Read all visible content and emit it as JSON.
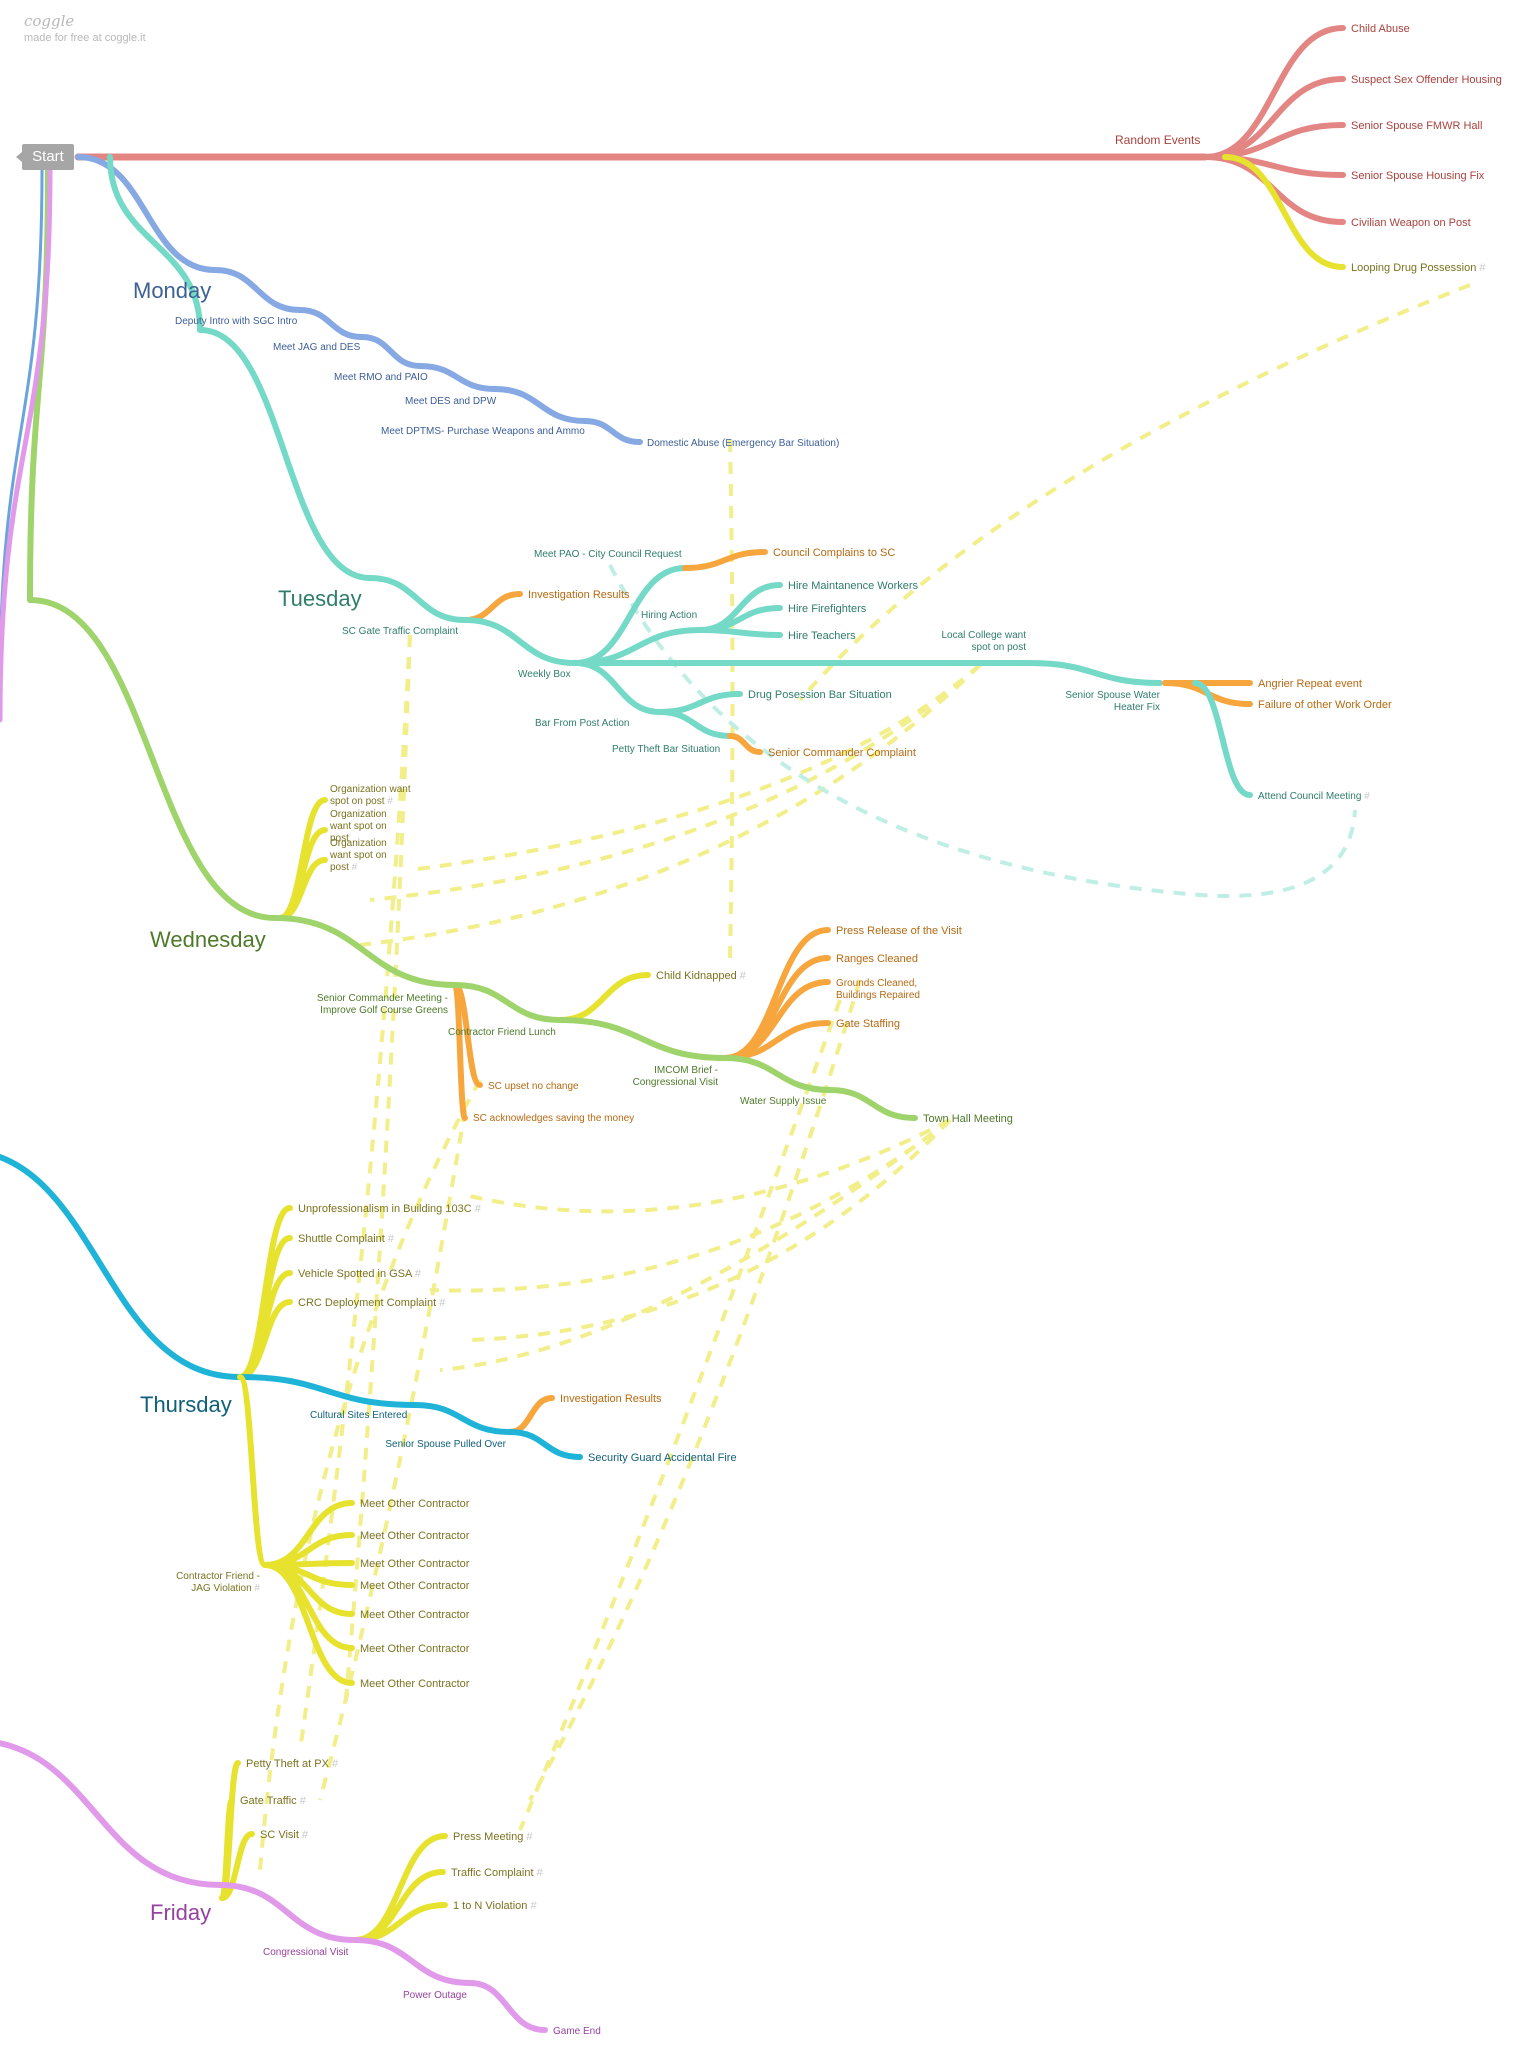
{
  "brand": {
    "logo": "coggle",
    "tagline": "made for free at coggle.it"
  },
  "root": "Start",
  "colors": {
    "random": "#e38683",
    "monday": "#86a9e3",
    "tuesday": "#74d9c6",
    "wednesday": "#9fd46c",
    "thursday": "#1fb3d8",
    "friday": "#e09ae9",
    "yellow": "#e6e22e",
    "orange": "#f7a63e"
  },
  "labels": {
    "random_events": "Random Events",
    "child_abuse": "Child Abuse",
    "sex_offender": "Suspect Sex Offender Housing",
    "fmwr_hall": "Senior Spouse FMWR Hall",
    "housing_fix": "Senior Spouse Housing Fix",
    "civilian_weapon": "Civilian Weapon on Post",
    "looping_drug": "Looping Drug Possession",
    "monday": "Monday",
    "deputy_intro": "Deputy Intro with SGC Intro",
    "meet_jag": "Meet JAG and DES",
    "meet_rmo": "Meet RMO and PAIO",
    "meet_des_dpw": "Meet DES and DPW",
    "meet_dptms": "Meet DPTMS- Purchase Weapons and Ammo",
    "domestic_abuse": "Domestic Abuse (Emergency Bar Situation)",
    "tuesday": "Tuesday",
    "sc_gate": "SC Gate Traffic Complaint",
    "investigation_1": "Investigation Results",
    "weekly_box": "Weekly Box",
    "meet_pao": "Meet PAO - City Council Request",
    "council_complains": "Council Complains to SC",
    "hiring_action": "Hiring Action",
    "hire_maint": "Hire Maintanence Workers",
    "hire_fire": "Hire Firefighters",
    "hire_teachers": "Hire Teachers",
    "local_college_1": "Local College want",
    "local_college_2": "spot on post",
    "water_heater_1": "Senior Spouse Water",
    "water_heater_2": "Heater Fix",
    "angrier": "Angrier Repeat event",
    "failure": "Failure of other Work Order",
    "attend_council": "Attend Council Meeting",
    "bar_from_post": "Bar From Post Action",
    "drug_bar": "Drug Posession Bar Situation",
    "petty_bar": "Petty Theft Bar Situation",
    "sc_complaint": "Senior Commander Complaint",
    "wednesday": "Wednesday",
    "org_a1": "Organization want",
    "org_a2": "spot on post",
    "org_b1": "Organization",
    "org_b2": "want spot on",
    "org_b3": "post",
    "org_c1": "Organization",
    "org_c2": "want spot on",
    "org_c3": "post",
    "golf_1": "Senior Commander Meeting -",
    "golf_2": "Improve Golf Course Greens",
    "contractor_lunch": "Contractor Friend Lunch",
    "sc_upset": "SC upset no change",
    "sc_ack": "SC acknowledges saving the money",
    "child_kidnapped": "Child Kidnapped",
    "imcom_1": "IMCOM Brief -",
    "imcom_2": "Congressional Visit",
    "press_release": "Press Release of the Visit",
    "ranges": "Ranges Cleaned",
    "grounds_1": "Grounds Cleaned,",
    "grounds_2": "Buildings Repaired",
    "gate_staffing": "Gate Staffing",
    "water_supply": "Water Supply Issue",
    "town_hall": "Town Hall Meeting",
    "thursday": "Thursday",
    "unprof": "Unprofessionalism in Building 103C",
    "shuttle": "Shuttle Complaint",
    "vehicle_gsa": "Vehicle Spotted in GSA",
    "crc": "CRC Deployment Complaint",
    "cultural": "Cultural Sites Entered",
    "pulled_over": "Senior Spouse Pulled Over",
    "investigation_2": "Investigation Results",
    "security_guard": "Security Guard Accidental Fire",
    "jag_1": "Contractor Friend -",
    "jag_2": "JAG Violation",
    "meet_other": "Meet Other Contractor",
    "friday": "Friday",
    "petty_px": "Petty Theft at PX",
    "gate_traffic": "Gate Traffic",
    "sc_visit": "SC Visit",
    "congressional": "Congressional Visit",
    "press_meeting": "Press Meeting",
    "traffic_complaint": "Traffic Complaint",
    "one_to_n": "1 to N Violation",
    "power_outage": "Power Outage",
    "game_end": "Game End"
  }
}
